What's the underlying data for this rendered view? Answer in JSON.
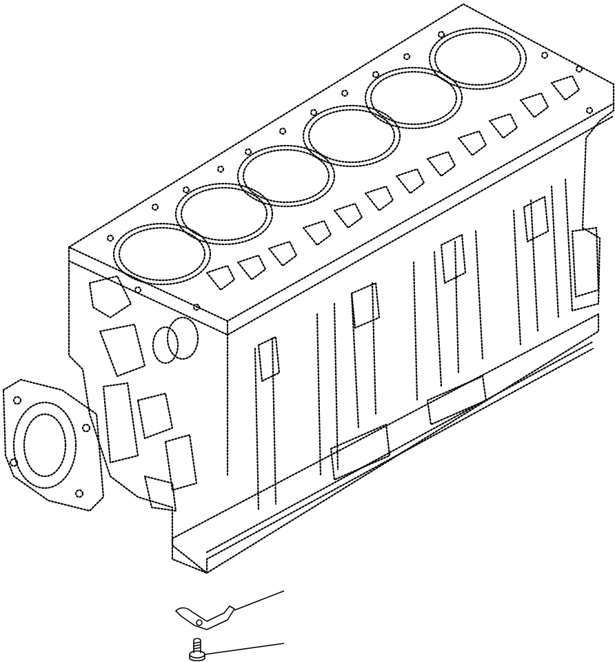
{
  "diagram": {
    "line_color": "#000000",
    "background": "#ffffff",
    "parts": [
      {
        "name": "cylinder-block",
        "cylinder_count": 6
      },
      {
        "name": "piston-cooling-nozzle"
      },
      {
        "name": "mounting-bolt"
      }
    ]
  }
}
